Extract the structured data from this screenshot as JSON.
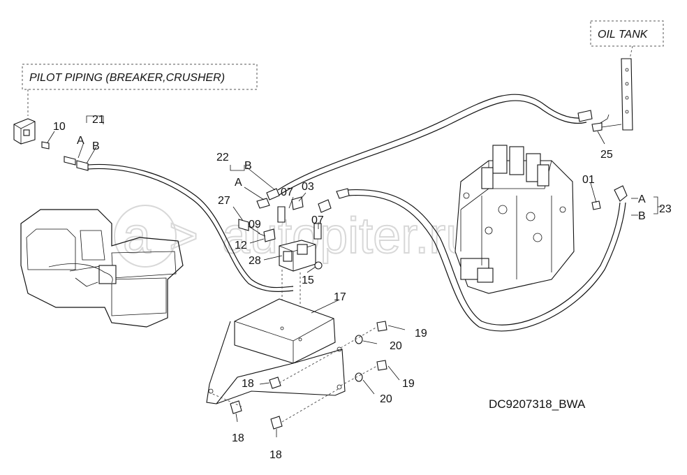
{
  "title_pilot": "PILOT PIPING (BREAKER,CRUSHER)",
  "title_tank": "OIL TANK",
  "drawing_code": "DC9207318_BWA",
  "watermark": "autopiter.ru",
  "labels": {
    "p01": "01",
    "p03": "03",
    "p07a": "07",
    "p07b": "07",
    "p09": "09",
    "p10": "10",
    "p12": "12",
    "p15": "15",
    "p17": "17",
    "p18a": "18",
    "p18b": "18",
    "p18c": "18",
    "p19a": "19",
    "p19b": "19",
    "p20a": "20",
    "p20b": "20",
    "p21": "21",
    "p22": "22",
    "p23": "23",
    "p25": "25",
    "p27": "27",
    "p28": "28"
  },
  "ends": {
    "a21": "A",
    "b21": "B",
    "a22": "A",
    "b22": "B",
    "a23": "A",
    "b23": "B"
  },
  "colors": {
    "line": "#111111",
    "watermark": "#d8d8d8"
  }
}
